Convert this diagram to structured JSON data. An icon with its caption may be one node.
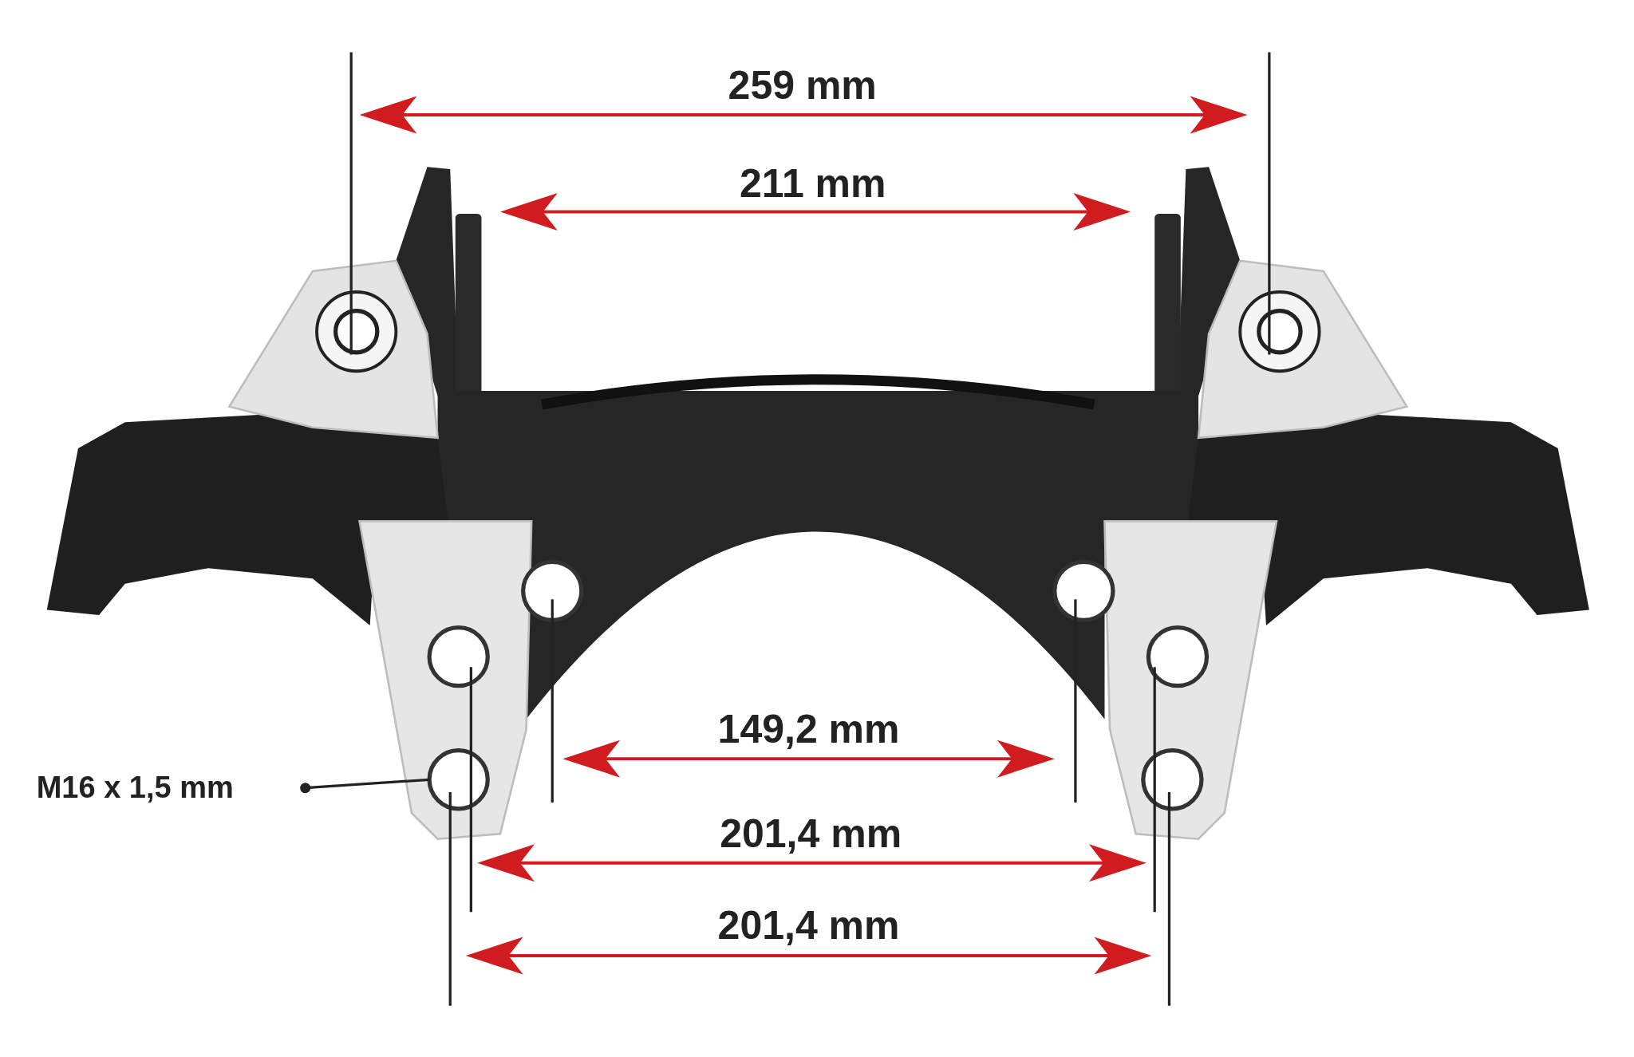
{
  "diagram": {
    "nodes": [
      {
        "text": [
          "M16 x 1,5 mm"
        ]
      },
      {
        "text": [],
        "shape": "circle"
      }
    ],
    "edges": [
      {
        "from": 0,
        "to": 1,
        "arrow": "other"
      }
    ],
    "labels": [
      "259 mm",
      "211 mm",
      "149,2 mm",
      "201,4 mm",
      "201,4 mm"
    ]
  }
}
